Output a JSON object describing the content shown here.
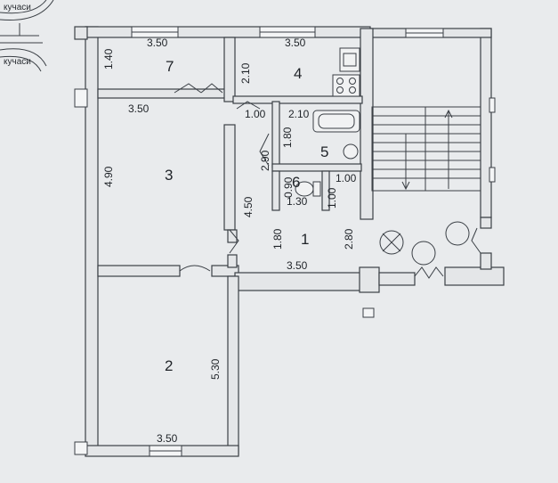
{
  "street_label": {
    "line1": "кучаси",
    "line2": "кучаси"
  },
  "rooms": [
    {
      "id": "7",
      "number": "7"
    },
    {
      "id": "4",
      "number": "4"
    },
    {
      "id": "3",
      "number": "3"
    },
    {
      "id": "5",
      "number": "5"
    },
    {
      "id": "6",
      "number": "6"
    },
    {
      "id": "1",
      "number": "1"
    },
    {
      "id": "2",
      "number": "2"
    }
  ],
  "dimensions": {
    "room7_width": "3.50",
    "room7_height": "1.40",
    "room4_width": "3.50",
    "room4_height": "2.10",
    "room3_width": "3.50",
    "room3_height": "4.90",
    "room5_width": "2.10",
    "room5_height": "1.80",
    "corridor_a": "1.00",
    "corridor_b": "2.90",
    "room6_height": "0.90",
    "room6_width": "1.30",
    "room6_depth": "1.00",
    "passage_width": "1.00",
    "hall_height_left": "4.50",
    "hall_height": "1.80",
    "hall_height_right": "2.80",
    "hall_width": "3.50",
    "room2_height": "5.30",
    "room2_width": "3.50"
  },
  "colors": {
    "paper": "#e9ebed",
    "ink": "#3a3f45",
    "wall_fill": "#e4e6e8"
  }
}
